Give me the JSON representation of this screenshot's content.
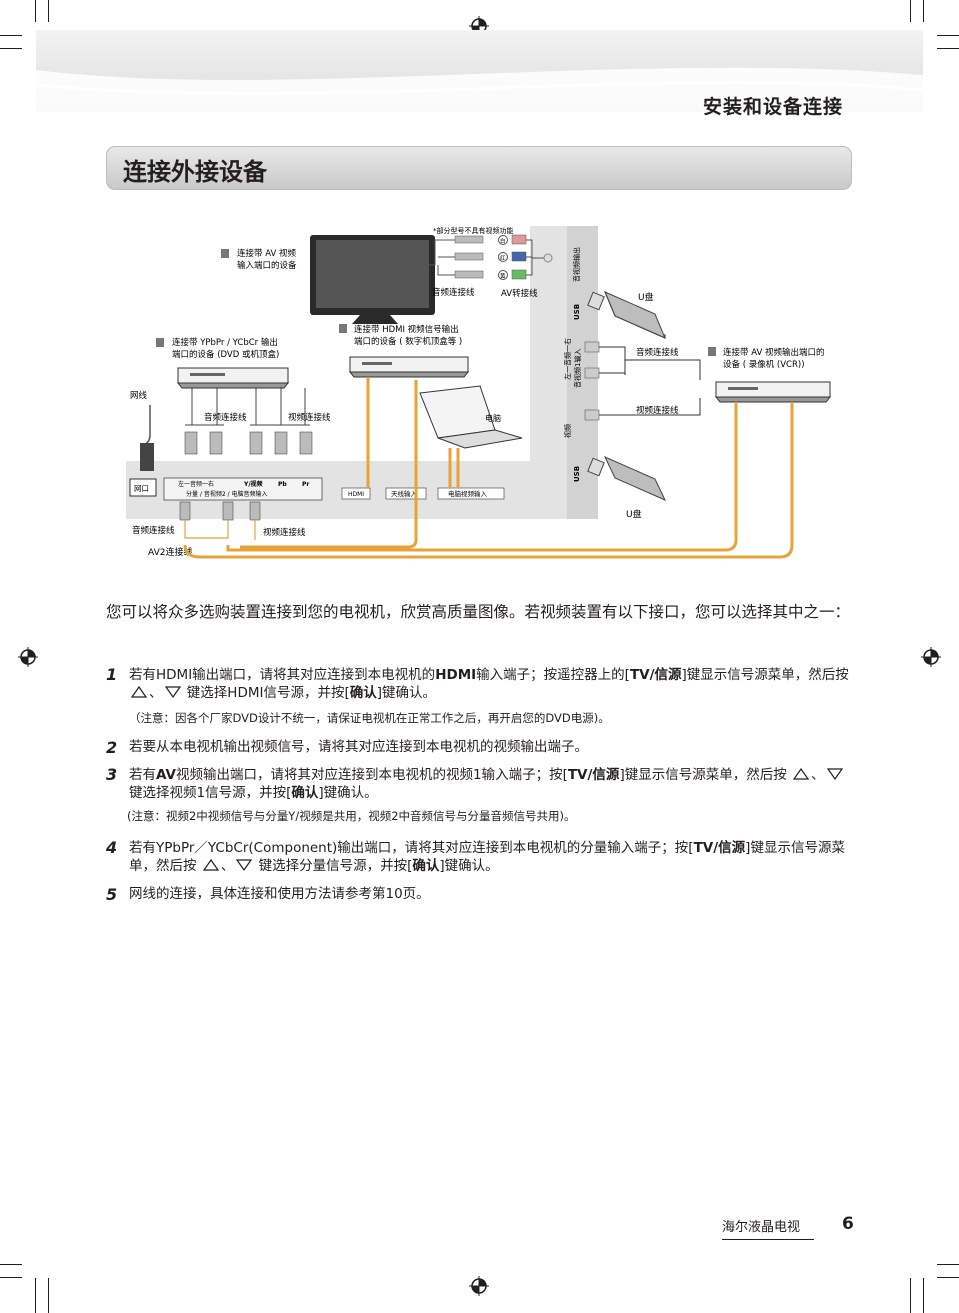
{
  "header": {
    "section_title": "安装和设备连接",
    "page_title": "连接外接设备"
  },
  "diagram": {
    "note_partial_models": "*部分型号不具有视频功能",
    "label_2_num": "2",
    "label_2_line1": "连接带 AV 视频",
    "label_2_line2": "输入端口的设备",
    "label_4_num": "4",
    "label_4_line1": "连接带 YPbPr / YCbCr 输出",
    "label_4_line2": "端口的设备 (DVD 或机顶盒)",
    "label_1_num": "1",
    "label_1_line1": "连接带 HDMI 视频信号输出",
    "label_1_line2": "端口的设备 ( 数字机顶盒等 )",
    "label_3_num": "3",
    "label_3_line1": "连接带 AV 视频输出端口的",
    "label_3_line2": "设备 ( 录像机 (VCR))",
    "audio_cable": "音频连接线",
    "video_cable": "视频连接线",
    "av_adapter": "AV转接线",
    "usb_disk": "U盘",
    "network_cable": "网线",
    "computer": "电脑",
    "av2_cable": "AV2连接线",
    "port_network": "网口",
    "port_audio_lr": "左一音频一右",
    "port_y_video": "Y/视频",
    "port_pb": "Pb",
    "port_pr": "Pr",
    "port_component_caption": "分量 / 音视频2 / 电脑音频输入",
    "port_hdmi": "HDMI",
    "port_antenna": "天线输入",
    "port_pc_video": "电脑视频输入",
    "side_av_out": "音视频输出",
    "side_usb": "USB",
    "side_audio_lr": "左一音频一右",
    "side_av1_in": "音视频1输入",
    "side_video": "视频",
    "jack_w": "白",
    "jack_r": "红",
    "jack_y": "黄"
  },
  "intro": "您可以将众多选购装置连接到您的电视机，欣赏高质量图像。若视频装置有以下接口，您可以选择其中之一：",
  "steps": [
    {
      "num": "1",
      "a": "若有HDMI输出端口，请将其对应连接到本电视机的",
      "b": "HDMI",
      "c": "输入端子；按遥控器上的[",
      "d": "TV/信源",
      "e": "]键显示信号源菜单，然后按",
      "sep": "、",
      "f": "键选择HDMI信号源，并按[",
      "g": "确认",
      "h": "]键确认。",
      "note": "（注意：因各个厂家DVD设计不统一，请保证电视机在正常工作之后，再开启您的DVD电源)。"
    },
    {
      "num": "2",
      "a": "若要从本电视机输出视频信号，请将其对应连接到本电视机的视频输出端子。"
    },
    {
      "num": "3",
      "a": "若有",
      "b": "AV",
      "c": "视频输出端口，请将其对应连接到本电视机的视频1输入端子；按[",
      "d": "TV/信源",
      "e": "]键显示信号源菜单，然后按",
      "sep": "、",
      "f": "键选择视频1信号源，并按[",
      "g": "确认",
      "h": "]键确认。",
      "note": "(注意：视频2中视频信号与分量Y/视频是共用，视频2中音频信号与分量音频信号共用)。"
    },
    {
      "num": "4",
      "a": "若有YPbPr／YCbCr(Component)输出端口，请将其对应连接到本电视机的分量输入端子；按[",
      "d": "TV/信源",
      "e": "]键显示信号源菜单，然后按",
      "sep": "、",
      "f": "键选择分量信号源，并按[",
      "g": "确认",
      "h": "]键确认。"
    },
    {
      "num": "5",
      "a": "网线的连接，具体连接和使用方法请参考第10页。"
    }
  ],
  "footer": {
    "brand": "海尔液晶电视",
    "page_number": "6"
  },
  "colors": {
    "cable_orange": "#e8a23a",
    "panel_gray": "#e3e3e3",
    "text": "#231f20"
  }
}
